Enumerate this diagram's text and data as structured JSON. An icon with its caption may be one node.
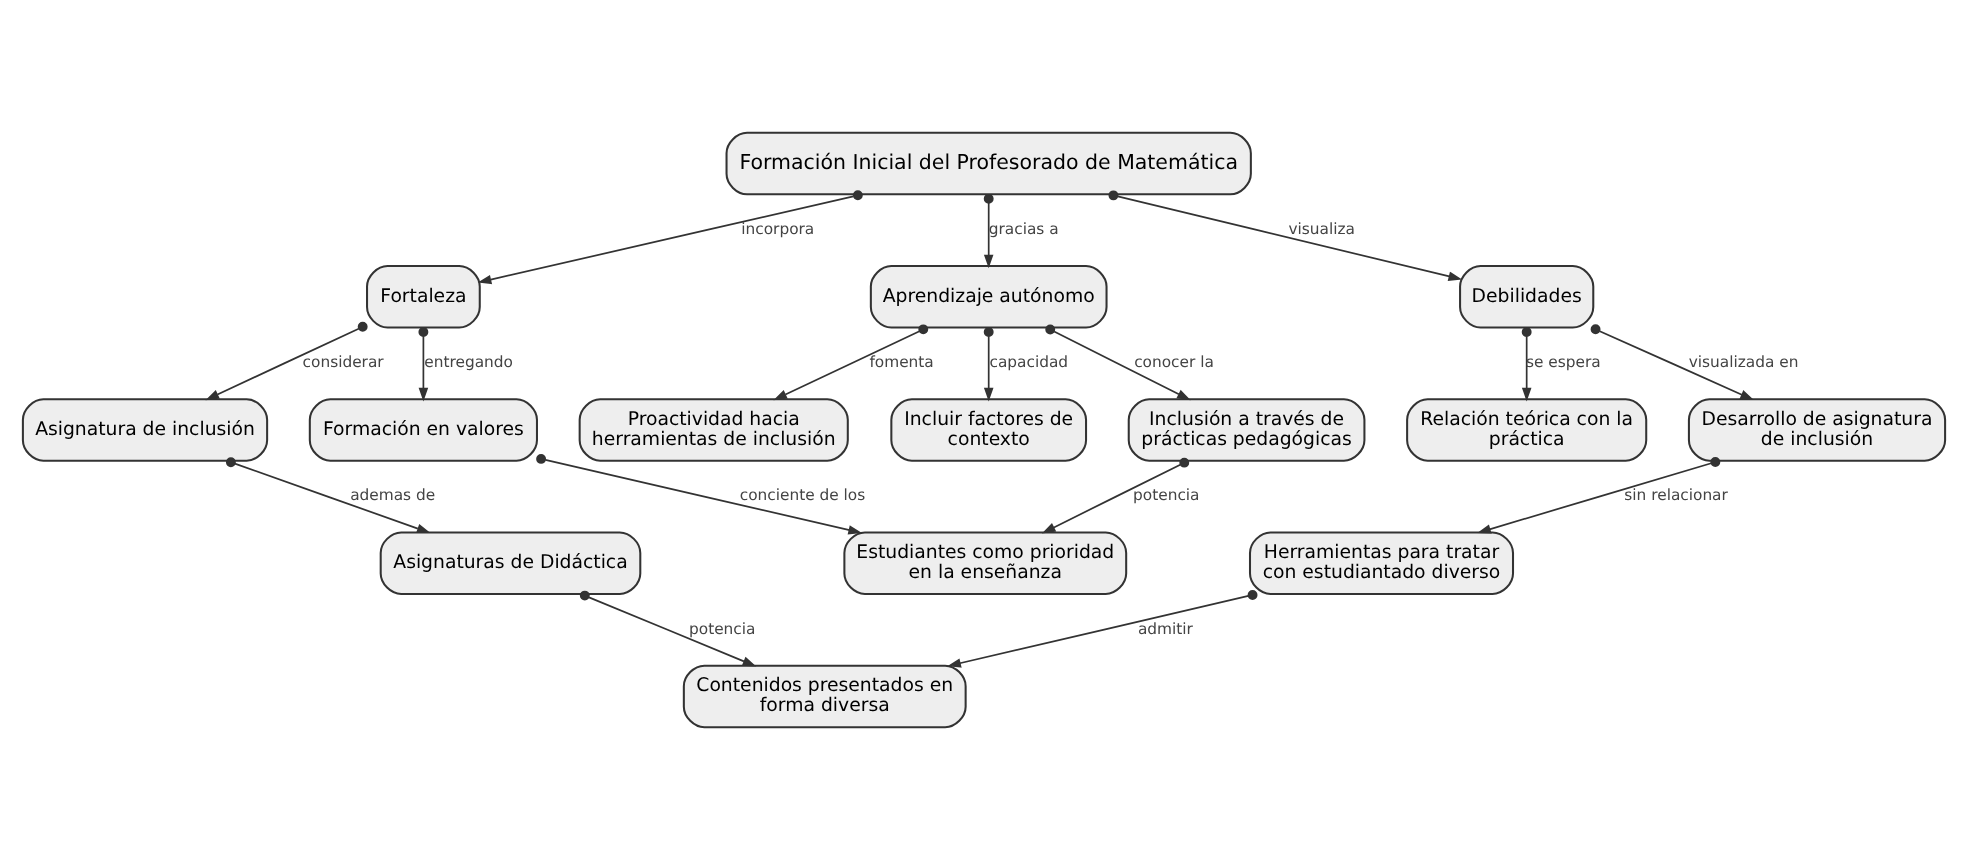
{
  "diagram": {
    "nodes": [
      {
        "text": [
          "Formación Inicial del Profesorado de Matemática"
        ]
      },
      {
        "text": [
          "Fortaleza"
        ]
      },
      {
        "text": [
          "Aprendizaje autónomo"
        ]
      },
      {
        "text": [
          "Debilidades"
        ]
      },
      {
        "text": [
          "Asignatura de inclusión"
        ]
      },
      {
        "text": [
          "Formación en valores"
        ]
      },
      {
        "text": [
          "Proactividad hacia herramientas de inclusión"
        ]
      },
      {
        "text": [
          "Incluir factores de contexto"
        ]
      },
      {
        "text": [
          "Relación teórica con la práctica"
        ]
      },
      {
        "text": [
          "Asignaturas de Didáctica"
        ]
      },
      {
        "text": [
          "Estudiantes como prioridad en la enseñanza"
        ]
      },
      {
        "text": [
          "Desarrollo de asignatura de inclusión"
        ]
      },
      {
        "text": [
          "Inclusión a través de prácticas pedagógicas"
        ]
      },
      {
        "text": [
          "Herramientas para tratar con estudiantado diverso"
        ]
      },
      {
        "text": [
          "Contenidos presentados en forma diversa"
        ]
      }
    ],
    "edges": [
      {
        "from": 0,
        "to": 1,
        "arrow": "to",
        "label": "incorpora"
      },
      {
        "from": 0,
        "to": 2,
        "arrow": "to",
        "label": "gracias a"
      },
      {
        "from": 0,
        "to": 3,
        "arrow": "to",
        "label": "visualiza"
      },
      {
        "from": 1,
        "to": 4,
        "arrow": "to",
        "label": "considerar"
      },
      {
        "from": 1,
        "to": 5,
        "arrow": "to",
        "label": "entregando"
      },
      {
        "from": 2,
        "to": 6,
        "arrow": "to",
        "label": "fomenta"
      },
      {
        "from": 2,
        "to": 12,
        "arrow": "to",
        "label": "conocer la"
      },
      {
        "from": 2,
        "to": 7,
        "arrow": "to",
        "label": "capacidad"
      },
      {
        "from": 3,
        "to": 11,
        "arrow": "to",
        "label": "visualizada en"
      },
      {
        "from": 3,
        "to": 8,
        "arrow": "to",
        "label": "se espera"
      },
      {
        "from": 4,
        "to": 9,
        "arrow": "to",
        "label": "ademas de"
      },
      {
        "from": 5,
        "to": 10,
        "arrow": "to",
        "label": "conciente de los"
      },
      {
        "from": 12,
        "to": 10,
        "arrow": "to",
        "label": "potencia"
      },
      {
        "from": 9,
        "to": 14,
        "arrow": "to",
        "label": "potencia"
      },
      {
        "from": 11,
        "to": 13,
        "arrow": "to",
        "label": "sin relacionar"
      },
      {
        "from": 13,
        "to": 14,
        "arrow": "to",
        "label": "admitir"
      }
    ]
  }
}
